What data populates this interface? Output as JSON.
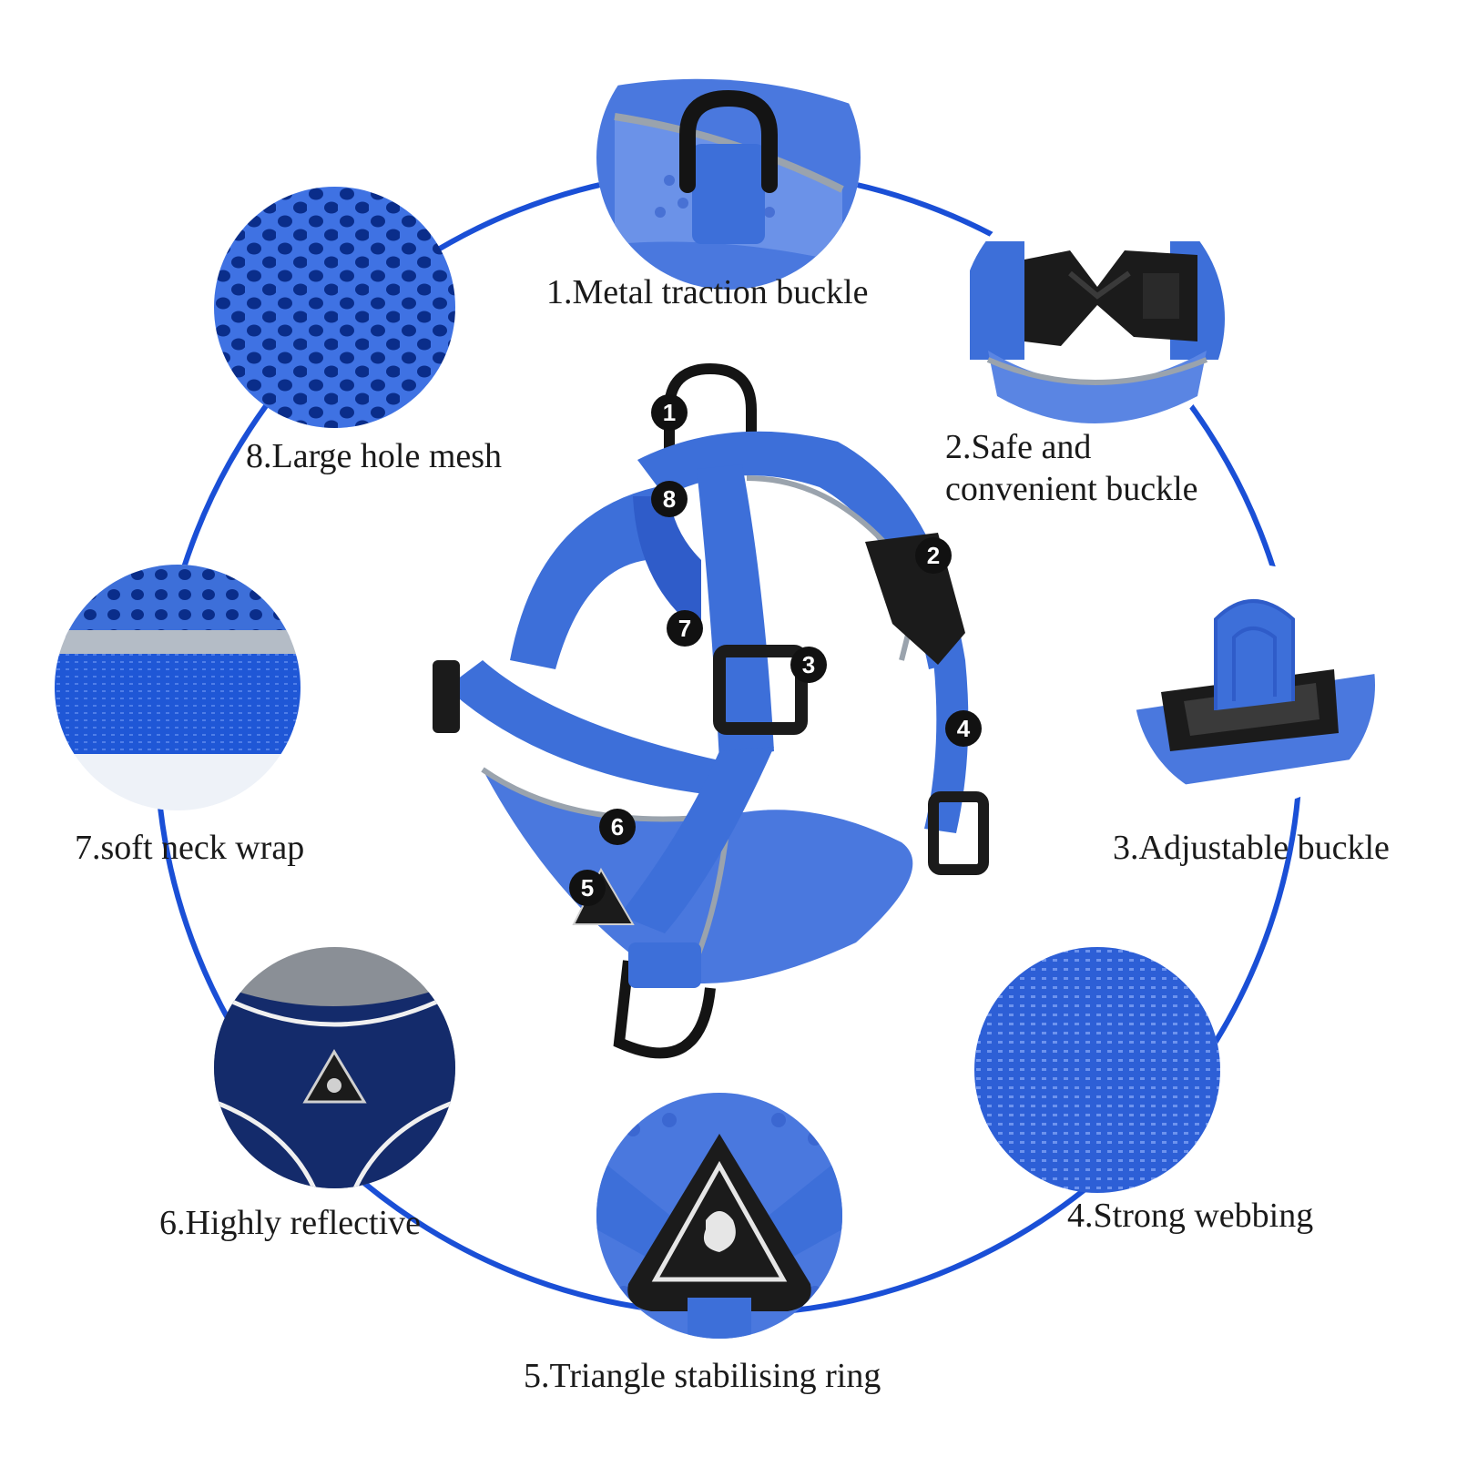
{
  "colors": {
    "ring": "#1a4fd6",
    "harness_blue": "#3d6fd9",
    "harness_dark": "#1f47b0",
    "mesh_deep": "#0a2d8a",
    "buckle_black": "#1b1b1b",
    "reflective_gray": "#9aa3ad"
  },
  "features": [
    {
      "id": 1,
      "label": "1.Metal traction buckle",
      "icon": "metal-d-ring-icon"
    },
    {
      "id": 2,
      "label_lines": [
        "2.Safe and",
        "convenient buckle"
      ],
      "icon": "side-release-buckle-icon"
    },
    {
      "id": 3,
      "label": "3.Adjustable buckle",
      "icon": "slider-buckle-icon"
    },
    {
      "id": 4,
      "label": "4.Strong webbing",
      "icon": "webbing-texture-icon"
    },
    {
      "id": 5,
      "label": "5.Triangle stabilising ring",
      "icon": "triangle-ring-icon"
    },
    {
      "id": 6,
      "label": "6.Highly reflective",
      "icon": "reflective-strip-icon"
    },
    {
      "id": 7,
      "label": "7.soft neck wrap",
      "icon": "neck-wrap-icon"
    },
    {
      "id": 8,
      "label": "8.Large hole mesh",
      "icon": "mesh-texture-icon"
    }
  ],
  "markers": [
    "1",
    "2",
    "3",
    "4",
    "5",
    "6",
    "7",
    "8"
  ]
}
